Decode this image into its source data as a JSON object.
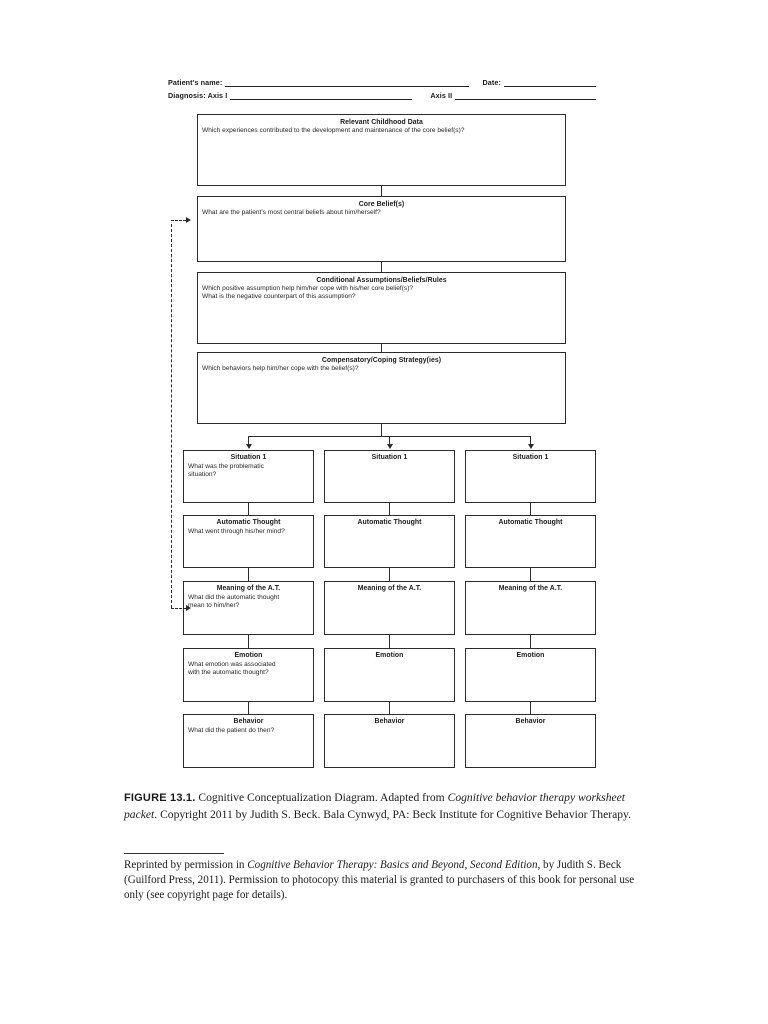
{
  "form": {
    "patient_name_label": "Patient's name:",
    "date_label": "Date:",
    "diagnosis_label": "Diagnosis:  Axis I",
    "axis2_label": "Axis II",
    "patient_name_value": "",
    "date_value": "",
    "axis1_value": "",
    "axis2_value": ""
  },
  "diagram": {
    "top_boxes": [
      {
        "id": "childhood",
        "title": "Relevant Childhood Data",
        "prompts": [
          "Which experiences contributed to the development and maintenance of the core belief(s)?"
        ]
      },
      {
        "id": "corebelief",
        "title": "Core Belief(s)",
        "prompts": [
          "What are the patient's most central beliefs about him/herself?"
        ]
      },
      {
        "id": "conditional",
        "title": "Conditional Assumptions/Beliefs/Rules",
        "prompts": [
          "Which positive assumption help him/her cope with his/her core belief(s)?",
          "What is the negative counterpart of this assumption?"
        ]
      },
      {
        "id": "compensatory",
        "title": "Compensatory/Coping Strategy(ies)",
        "prompts": [
          "Which behaviors help him/her cope with the belief(s)?"
        ]
      }
    ],
    "grid_rows": [
      {
        "id": "situation",
        "columns": [
          {
            "title": "Situation 1",
            "prompts": [
              "What was the problematic",
              "situation?"
            ]
          },
          {
            "title": "Situation 1",
            "prompts": []
          },
          {
            "title": "Situation 1",
            "prompts": []
          }
        ]
      },
      {
        "id": "automatic-thought",
        "columns": [
          {
            "title": "Automatic Thought",
            "prompts": [
              "What went through his/her mind?"
            ]
          },
          {
            "title": "Automatic Thought",
            "prompts": []
          },
          {
            "title": "Automatic Thought",
            "prompts": []
          }
        ]
      },
      {
        "id": "meaning",
        "columns": [
          {
            "title": "Meaning of the A.T.",
            "prompts": [
              "What did the automatic thought",
              "mean to him/her?"
            ]
          },
          {
            "title": "Meaning of the A.T.",
            "prompts": []
          },
          {
            "title": "Meaning of the A.T.",
            "prompts": []
          }
        ]
      },
      {
        "id": "emotion",
        "columns": [
          {
            "title": "Emotion",
            "prompts": [
              "What emotion was associated",
              "with the automatic thought?"
            ]
          },
          {
            "title": "Emotion",
            "prompts": []
          },
          {
            "title": "Emotion",
            "prompts": []
          }
        ]
      },
      {
        "id": "behavior",
        "columns": [
          {
            "title": "Behavior",
            "prompts": [
              "What did the patient do then?"
            ]
          },
          {
            "title": "Behavior",
            "prompts": []
          },
          {
            "title": "Behavior",
            "prompts": []
          }
        ]
      }
    ]
  },
  "caption": {
    "figure_label": "FIGURE 13.1.",
    "text_1": "  Cognitive Conceptualization Diagram. Adapted from ",
    "italic_1": "Cognitive behavior therapy worksheet packet",
    "text_2": ". Copyright 2011 by Judith S. Beck. Bala Cynwyd, PA: Beck Institute for Cognitive Behavior Therapy."
  },
  "footnote": {
    "text_1": "Reprinted by permission in ",
    "italic_1": "Cognitive Behavior Therapy: Basics and Beyond, Second Edition",
    "text_2": ", by Judith S. Beck (Guilford Press, 2011). Permission to photocopy this material is granted to purchasers of this book for personal use only (see copyright page for details)."
  },
  "colors": {
    "ink": "#2b2b2b",
    "paper": "#ffffff"
  }
}
